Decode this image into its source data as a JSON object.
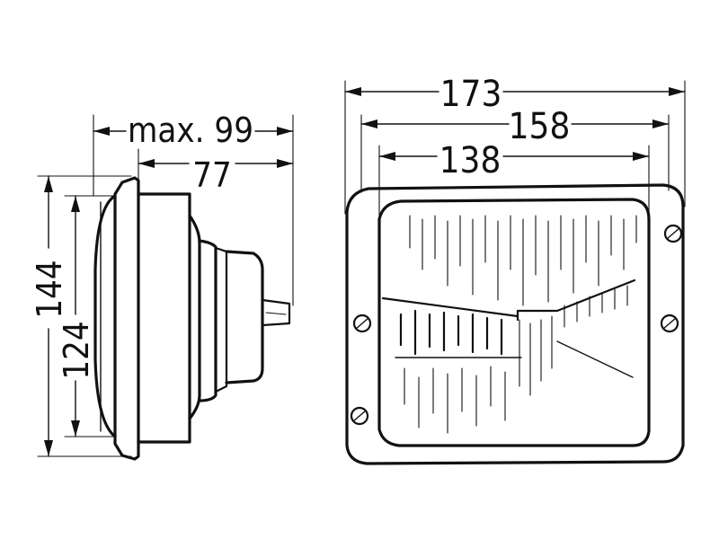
{
  "dimensions": {
    "side_max_depth": "max. 99",
    "side_depth": "77",
    "side_outer_height": "144",
    "side_inner_height": "124",
    "front_outer_width": "173",
    "front_mid_width": "158",
    "front_inner_width": "138"
  }
}
